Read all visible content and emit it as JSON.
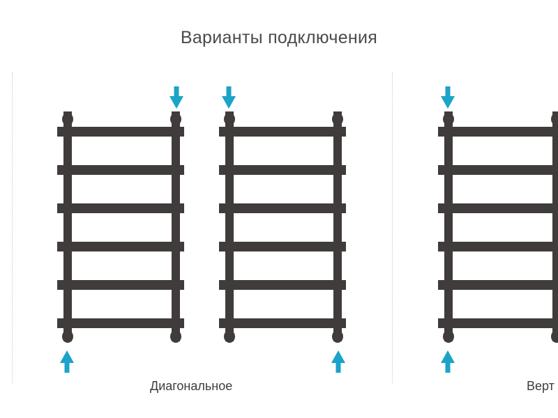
{
  "title": "Варианты подключения",
  "colors": {
    "radiator": "#3f3c3b",
    "arrow": "#1ba3c8",
    "text": "#4a4a4a"
  },
  "icons": {
    "radiator": "towel-radiator-icon",
    "inflow": "arrow-down-icon",
    "outflow": "arrow-up-icon"
  },
  "captions": {
    "diagonal": "Диагональное",
    "vertical": "Верт"
  }
}
